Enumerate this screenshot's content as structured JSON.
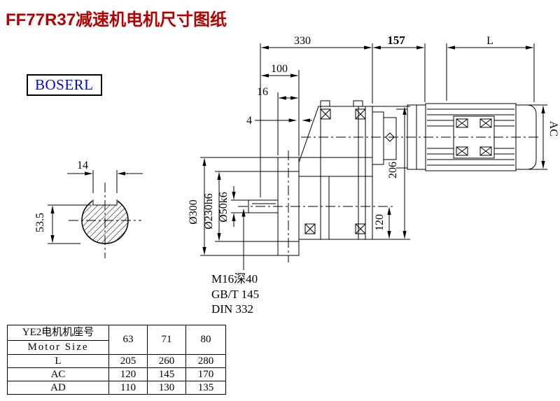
{
  "page": {
    "title": "FF77R37减速机电机尺寸图纸",
    "brand": "BOSERL"
  },
  "drawing": {
    "dims": {
      "total_330": "330",
      "dim_157": "157",
      "motor_length_L": "L",
      "dim_100": "100",
      "dim_16": "16",
      "dim_4": "4",
      "motor_diameter_AC": "AC",
      "dim_206": "206",
      "dim_120": "120",
      "flange_od": "Ø300",
      "spigot_dia": "Ø230h6",
      "shaft_dia": "Ø50k6",
      "key_width": "14",
      "key_height": "53.5",
      "tapped_hole": "M16深40",
      "standard_1": "GB/T 145",
      "standard_2": "DIN 332"
    }
  },
  "table": {
    "header": {
      "line1": "YE2电机机座号",
      "line2": "Motor Size"
    },
    "sizes": [
      "63",
      "71",
      "80"
    ],
    "rows": [
      {
        "label": "L",
        "values": [
          "205",
          "260",
          "280"
        ]
      },
      {
        "label": "AC",
        "values": [
          "120",
          "145",
          "170"
        ]
      },
      {
        "label": "AD",
        "values": [
          "110",
          "130",
          "135"
        ]
      }
    ]
  }
}
